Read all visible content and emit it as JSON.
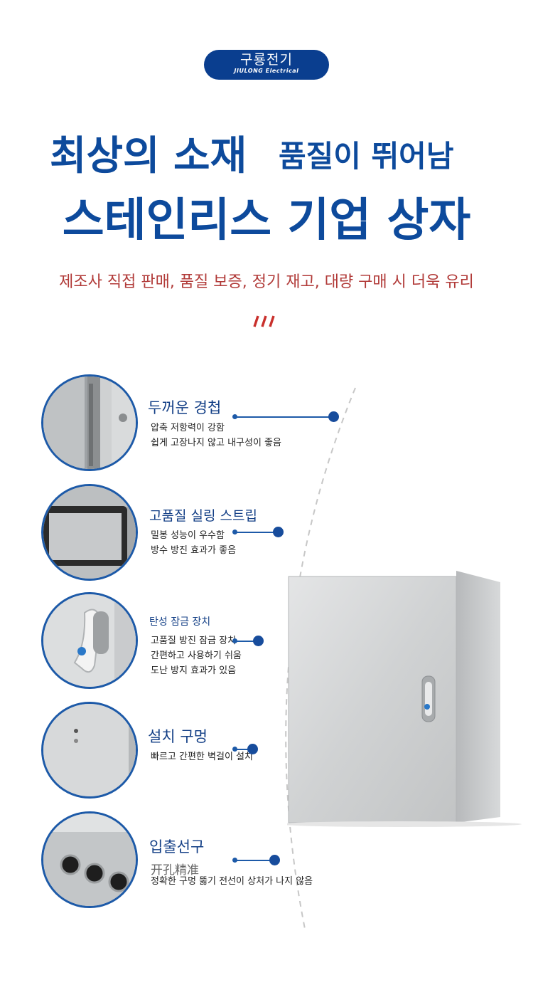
{
  "logo": {
    "ko": "구룡전기",
    "en": "JIULONG Electrical"
  },
  "headline": {
    "line1_big": "최상의 소재",
    "line1_mid": "품질이 뛰어남",
    "line2": "스테인리스 기업 상자"
  },
  "tagline": "제조사 직접 판매, 품질 보증, 정기 재고, 대량 구매 시 더욱 유리",
  "features": [
    {
      "title": "두꺼운 경첩",
      "desc": [
        "압축 저항력이 강함",
        "쉽게 고장나지 않고 내구성이 좋음"
      ]
    },
    {
      "title": "고품질 실링 스트립",
      "desc": [
        "밀봉 성능이 우수함",
        "방수 방진 효과가 좋음"
      ]
    },
    {
      "title": "탄성 잠금 장치",
      "desc": [
        "고품질 방진 잠금 장치",
        "간편하고 사용하기 쉬움",
        "도난 방지 효과가 있음"
      ]
    },
    {
      "title": "설치 구멍",
      "desc": [
        "빠르고 간편한 벽걸이 설치"
      ]
    },
    {
      "title": "입출선구",
      "overlay": "开孔精准",
      "desc": [
        "정확한 구멍 뚫기",
        "전선이 상처가 나지 않음"
      ]
    }
  ],
  "colors": {
    "brand_blue": "#0d4a9c",
    "accent_red": "#b13a38",
    "line_blue": "#1d5aa8"
  }
}
